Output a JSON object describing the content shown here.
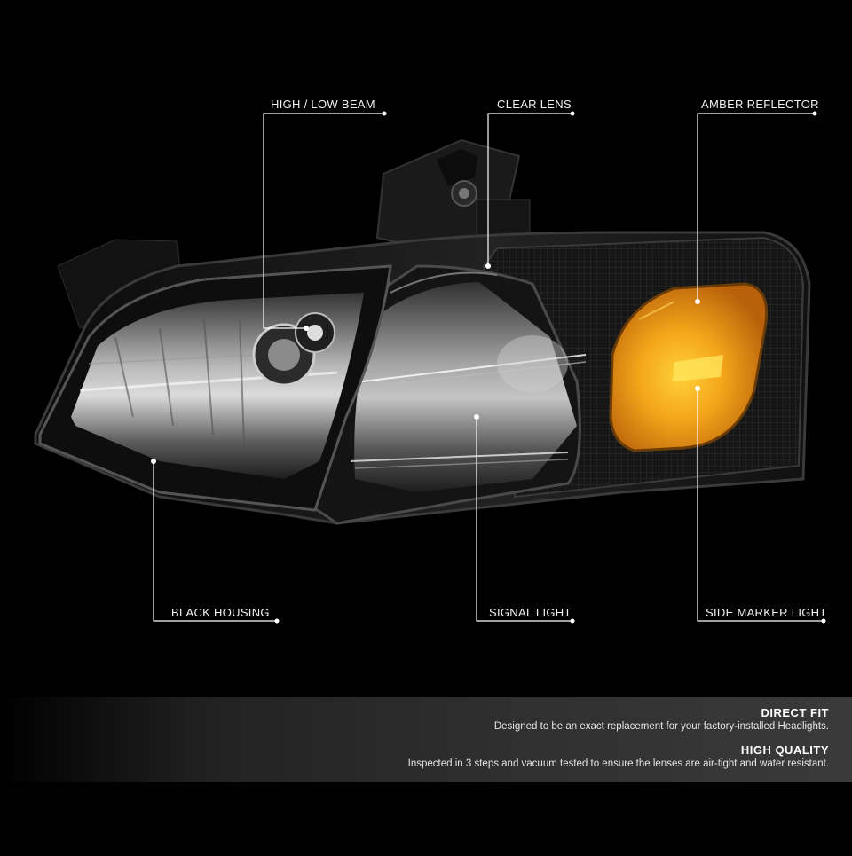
{
  "callouts": {
    "high_low_beam": "HIGH / LOW BEAM",
    "clear_lens": "CLEAR LENS",
    "amber_reflector": "AMBER REFLECTOR",
    "black_housing": "BLACK HOUSING",
    "signal_light": "SIGNAL LIGHT",
    "side_marker_light": "SIDE MARKER LIGHT"
  },
  "features": {
    "direct_fit_title": "DIRECT FIT",
    "direct_fit_desc": "Designed to be an exact replacement for your factory-installed Headlights.",
    "high_quality_title": "HIGH QUALITY",
    "high_quality_desc": "Inspected in 3 steps and vacuum tested to ensure the lenses are air-tight and water resistant."
  },
  "colors": {
    "background": "#000000",
    "amber": "#f29a12",
    "line": "#ffffff"
  }
}
